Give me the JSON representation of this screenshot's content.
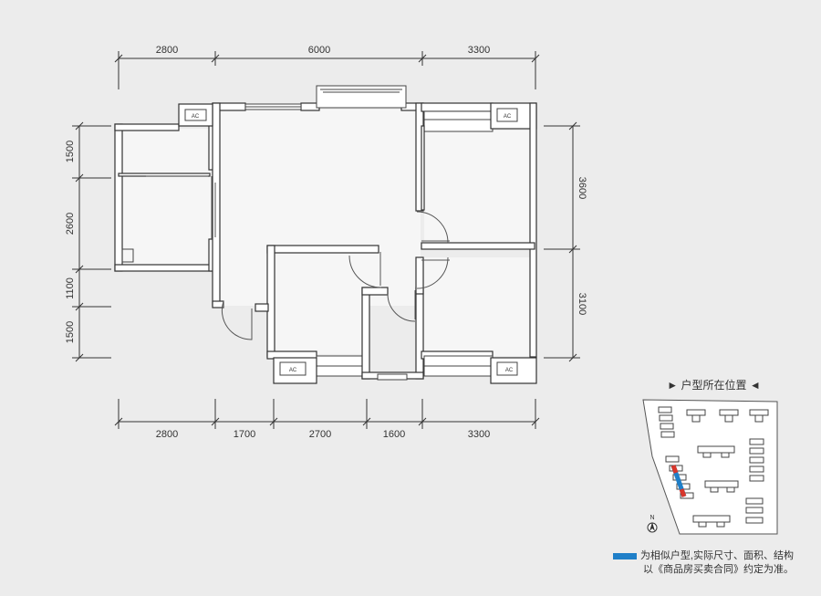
{
  "dimensions": {
    "top": [
      "2800",
      "6000",
      "3300"
    ],
    "bottom": [
      "2800",
      "1700",
      "2700",
      "1600",
      "3300"
    ],
    "left": [
      "1500",
      "2600",
      "1100",
      "1500"
    ],
    "right": [
      "3600",
      "3100"
    ]
  },
  "ac_labels": [
    "AC",
    "AC",
    "AC",
    "AC"
  ],
  "site_plan": {
    "title": "► 户型所在位置 ◄",
    "north_label": "N"
  },
  "note": {
    "line1": "为相似户型,实际尺寸、面积、结构",
    "line2": "以《商品房买卖合同》约定为准。"
  },
  "colors": {
    "background": "#ececec",
    "highlight_blue": "#1f7fc8",
    "highlight_red": "#d8362b"
  }
}
